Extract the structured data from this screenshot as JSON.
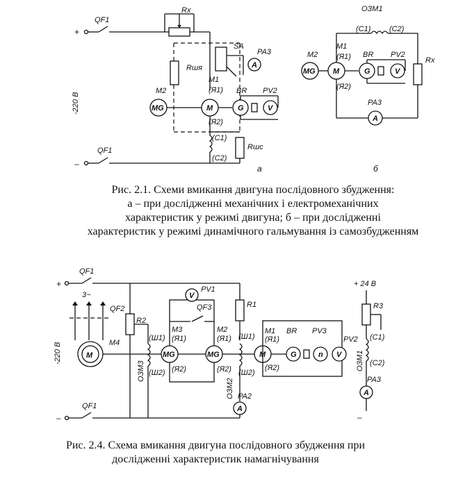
{
  "fig1": {
    "a": {
      "plus": "+",
      "minus": "–",
      "supply": "-220 В",
      "qf_top": "QF1",
      "qf_bottom": "QF1",
      "rx": "Rх",
      "sa": "SA",
      "pa3": "PA3",
      "pa3_sym": "A",
      "rshya": "Rшя",
      "m2": "M2",
      "mg": "MG",
      "m1": "M1",
      "ya1": "(Я1)",
      "ya2": "(Я2)",
      "m": "M",
      "br": "BR",
      "g": "G",
      "pv2": "PV2",
      "v": "V",
      "c1": "(C1)",
      "c2": "(C2)",
      "rshs": "Rшс",
      "panel": "а"
    },
    "b": {
      "ozm1": "ОЗМ1",
      "c1": "(C1)",
      "c2": "(C2)",
      "m2": "M2",
      "m1": "M1",
      "ya1": "(Я1)",
      "ya2": "(Я2)",
      "mg": "MG",
      "m": "M",
      "br": "BR",
      "g": "G",
      "pv2": "PV2",
      "v": "V",
      "rx": "Rх",
      "pa3": "PA3",
      "a_sym": "A",
      "panel": "б"
    },
    "caption": [
      "Рис. 2.1. Схеми вмикання двигуна послідовного збудження:",
      "а – при дослідженні механічних і електромеханічних",
      "характеристик у режимі двигуна;     б – при дослідженні",
      "характеристик у режимі динамічного гальмування із самозбудженням"
    ]
  },
  "fig2": {
    "plus": "+",
    "minus": "–",
    "supply": "-220 В",
    "qf1_top": "QF1",
    "qf1_bottom": "QF1",
    "three_phase": "3~",
    "qf2": "QF2",
    "m4": "M4",
    "m_sym": "M",
    "r2": "R2",
    "sh1": "(Ш1)",
    "sh2": "(Ш2)",
    "ozm3": "ОЗМ3",
    "pv1": "PV1",
    "v": "V",
    "qf3": "QF3",
    "m3": "M3",
    "ya1": "(Я1)",
    "ya2": "(Я2)",
    "mg": "MG",
    "m2": "M2",
    "ya1b": "(Я1)",
    "ya2b": "(Я2)",
    "mg2": "MG",
    "r1": "R1",
    "sh1b": "(Ш1)",
    "sh2b": "(Ш2)",
    "ozm2": "ОЗМ2",
    "pa2": "PA2",
    "a_sym": "A",
    "m1": "M1",
    "ya1c": "(Я1)",
    "ya2c": "(Я2)",
    "m_motor": "M",
    "br": "BR",
    "g": "G",
    "pv3": "PV3",
    "n": "n",
    "pv2": "PV2",
    "v2": "V",
    "plus24": "+ 24 В",
    "r3": "R3",
    "c1": "(C1)",
    "c2": "(C2)",
    "ozm1": "ОЗМ1",
    "pa3": "PA3",
    "a3": "A",
    "minus_r": "–",
    "caption": [
      "Рис. 2.4. Схема вмикання двигуна послідовного збудження при",
      "дослідженні характеристик намагнічування"
    ]
  }
}
